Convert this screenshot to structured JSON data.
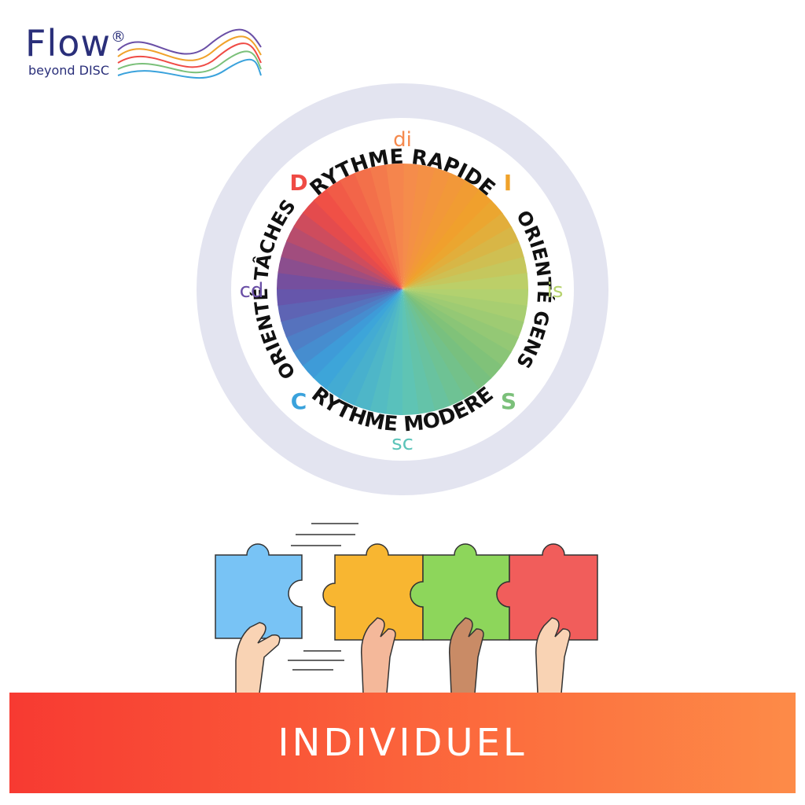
{
  "logo": {
    "name": "Flow",
    "registered": "®",
    "tagline": "beyond DISC"
  },
  "ring": {
    "top": "RYTHME RAPIDE",
    "bottom": "RYTHME MODÉRÉ",
    "left": "ORIENTÉ TÂCHES",
    "right": "ORIENTÉ GENS"
  },
  "styles": {
    "d": {
      "label": "D",
      "color": "#ef4b45"
    },
    "i": {
      "label": "I",
      "color": "#f0a22a"
    },
    "s": {
      "label": "S",
      "color": "#7bc07a"
    },
    "c": {
      "label": "C",
      "color": "#3aa2dc"
    },
    "di": {
      "label": "di",
      "color": "#f58a4e"
    },
    "is": {
      "label": "is",
      "color": "#b7d36e"
    },
    "sc": {
      "label": "sc",
      "color": "#5cc4b9"
    },
    "cd": {
      "label": "cd",
      "color": "#6a4fa6"
    }
  },
  "puzzle_colors": [
    "#78c3f5",
    "#f8b631",
    "#8dd65b",
    "#f15d5b"
  ],
  "banner": {
    "label": "INDIVIDUEL"
  }
}
